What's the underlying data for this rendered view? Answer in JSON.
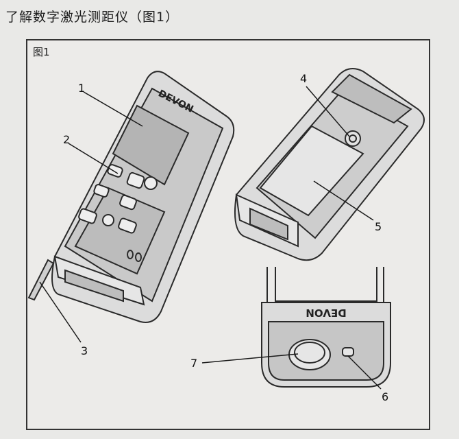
{
  "page": {
    "title": "了解数字激光测距仪（图1）"
  },
  "figure": {
    "label": "图1",
    "brand_text": "DEVON",
    "callouts": [
      "1",
      "2",
      "3",
      "4",
      "5",
      "6",
      "7"
    ]
  },
  "colors": {
    "background": "#e9e9e7",
    "line": "#2a2a2a",
    "panel": "#bdbdbd",
    "light_panel": "#d9d9d9"
  }
}
